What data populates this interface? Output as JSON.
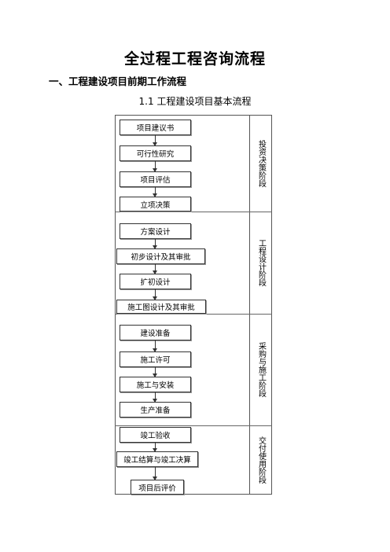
{
  "title": "全过程工程咨询流程",
  "section_heading": "一、工程建设项目前期工作流程",
  "subsection_heading": "1.1  工程建设项目基本流程",
  "flow_steps": [
    "项目建议书",
    "可行性研究",
    "项目评估",
    "立项决策",
    "方案设计",
    "初步设计及其审批",
    "扩初设计",
    "施工图设计及其审批",
    "建设准备",
    "施工许可",
    "施工与安装",
    "生产准备",
    "竣工验收",
    "竣工结算与竣工决算",
    "项目后评价"
  ],
  "stages": [
    "投资决策阶段",
    "工程设计阶段",
    "采购与施工阶段",
    "交付使用阶段"
  ]
}
